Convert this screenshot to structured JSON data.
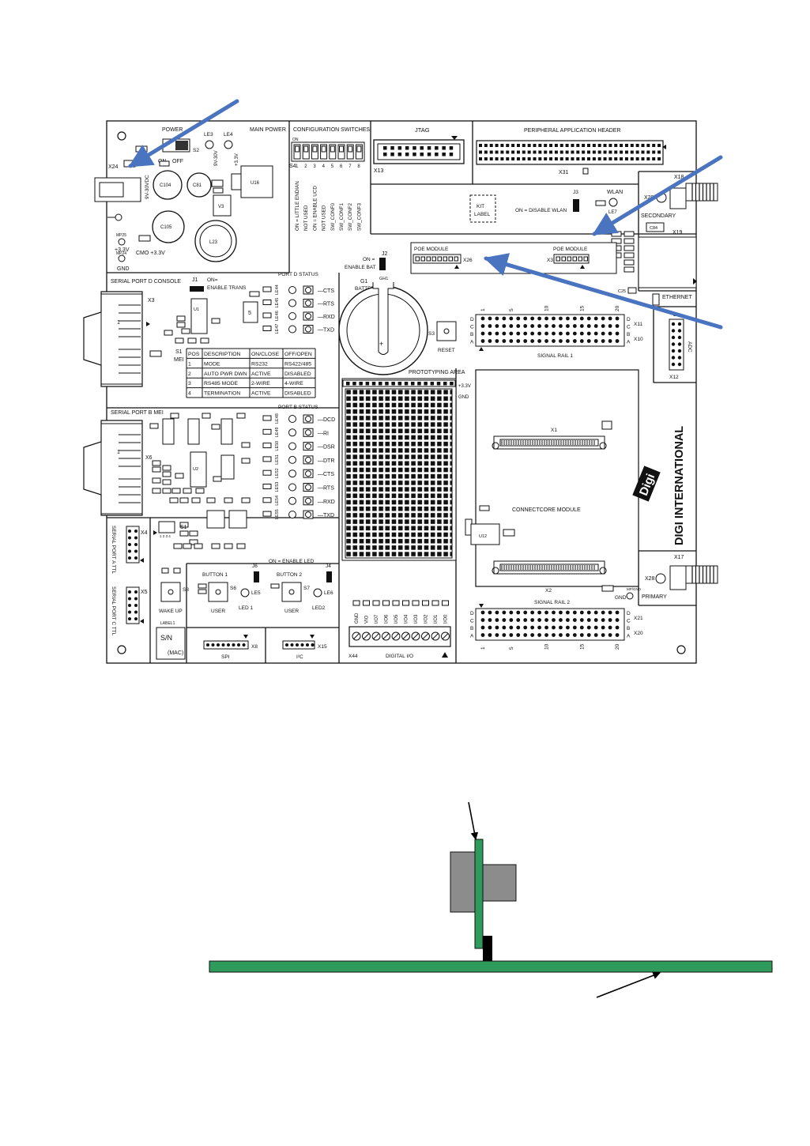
{
  "board": {
    "power": {
      "title": "POWER",
      "main_power": "MAIN POWER",
      "on": "ON",
      "off": "OFF",
      "vin": "9V-30VDC",
      "le3": "LE3",
      "le4": "LE4",
      "le3_v": "9V-30V",
      "le4_v": "+3.3V",
      "s2": "S2",
      "x24": "X24",
      "mp24": "MP24",
      "mp25": "MP25",
      "plus33": "+3.3V",
      "gnd": "GND",
      "cmo": "CMO +3.3V",
      "c104": "C104",
      "c81": "C81",
      "c105": "C105",
      "l23": "L23",
      "u16": "U16",
      "v3": "V3"
    },
    "config": {
      "title": "CONFIGURATION SWITCHES",
      "s4": "S4",
      "on": "ON",
      "nums": [
        "1",
        "2",
        "3",
        "4",
        "5",
        "6",
        "7",
        "8"
      ],
      "labels": [
        "ON = LITTLE ENDIAN",
        "NOT USED",
        "ON = ENABLE UCD",
        "NOT USED",
        "SW_CONF0",
        "SW_CONF1",
        "SW_CONF2",
        "SW_CONF3"
      ]
    },
    "jtag": {
      "title": "JTAG",
      "x13": "X13"
    },
    "periph": {
      "title": "PERIPHERAL APPLICATION HEADER",
      "x31": "X31"
    },
    "kit_label": [
      "KIT",
      "LABEL"
    ],
    "wlan": {
      "j3": "J3",
      "note": "ON = DISABLE WLAN",
      "title": "WLAN",
      "le7": "LE7",
      "x18": "X18",
      "x29": "X29",
      "secondary": "SECONDARY",
      "x19": "X19",
      "ethernet": "ETHERNET",
      "c25": "C25",
      "c84": "C84"
    },
    "poe": {
      "left": "POE MODULE",
      "right": "POE MODULE",
      "x26": "X26",
      "x3": "X3"
    },
    "battery": {
      "j2": "J2",
      "note_line1": "ON =",
      "note_line2": "ENABLE BAT",
      "g1": "G1",
      "label": "BATTERY",
      "gh1": "GH1",
      "s3": "S3",
      "reset": "RESET"
    },
    "port_d": {
      "title": "SERIAL PORT D CONSOLE",
      "status": "PORT D STATUS",
      "x3": "X3",
      "j1": "J1",
      "on": "ON=",
      "enable_trans": "ENABLE TRANS",
      "u1": "U1",
      "u5": "5",
      "signals": [
        "CTS",
        "RTS",
        "RXD",
        "TXD"
      ],
      "leds": [
        "LE44",
        "LE45",
        "LE46",
        "LE47"
      ]
    },
    "s1_table": {
      "caption_s1": "S1",
      "caption_mei": "MEI",
      "headers": [
        "POS",
        "DESCRIPTION",
        "ON/CLOSE",
        "OFF/OPEN"
      ],
      "rows": [
        [
          "1",
          "MODE",
          "RS232",
          "RS422/485"
        ],
        [
          "2",
          "AUTO PWR DWN",
          "ACTIVE",
          "DISABLED"
        ],
        [
          "3",
          "RS485 MODE",
          "2-WIRE",
          "4-WIRE"
        ],
        [
          "4",
          "TERMINATION",
          "ACTIVE",
          "DISABLED"
        ]
      ]
    },
    "port_b": {
      "title": "SERIAL PORT B MEI",
      "status": "PORT B STATUS",
      "x6": "X6",
      "u2": "U2",
      "s1": "S1",
      "s1_nums": "1 2 3 4",
      "signals": [
        "DCD",
        "RI",
        "DSR",
        "DTR",
        "CTS",
        "RTS",
        "RXD",
        "TXD"
      ],
      "leds": [
        "LE48",
        "LE49",
        "LE50",
        "LE51",
        "LE52",
        "LE53",
        "LE54",
        "LE55"
      ]
    },
    "ttl": {
      "port_a": "SERIAL PORT A TTL",
      "port_c": "SERIAL PORT C TTL",
      "x4": "X4",
      "x5": "X5"
    },
    "wakeup": {
      "s8": "S8",
      "label": "WAKE UP",
      "label1": "LABEL1",
      "sn": "S/N",
      "mac": "(MAC)"
    },
    "buttons": {
      "button1": "BUTTON 1",
      "button2": "BUTTON 2",
      "s6": "S6",
      "s7": "S7",
      "user1": "USER",
      "user2": "USER",
      "led1": "LED 1",
      "led2": "LED2",
      "le5": "LE5",
      "le6": "LE6",
      "j6": "J6",
      "j4": "J4",
      "on_enable_led": "ON = ENABLE LED"
    },
    "spi": {
      "label": "SPI",
      "x8": "X8"
    },
    "i2c": {
      "label": "I²C",
      "x15": "X15"
    },
    "proto": {
      "title": "PROTOTYPING AREA",
      "v33": "+3.3V",
      "gnd": "GND"
    },
    "digital_io": {
      "title": "DIGITAL I/O",
      "x44": "X44",
      "pins": [
        "GND",
        "VIO",
        "I/O7",
        "I/O6",
        "I/O5",
        "I/O4",
        "I/O3",
        "I/O2",
        "I/O1",
        "I/O0"
      ]
    },
    "signal_rail_1": {
      "title": "SIGNAL RAIL 1",
      "x11": "X11",
      "x10": "X10",
      "rows": [
        "D",
        "C",
        "B",
        "A"
      ],
      "nums": [
        "1",
        "5",
        "10",
        "15",
        "20"
      ]
    },
    "signal_rail_2": {
      "title": "SIGNAL RAIL 2",
      "x21": "X21",
      "x20": "X20",
      "rows": [
        "D",
        "C",
        "B",
        "A"
      ],
      "nums": [
        "1",
        "5",
        "10",
        "15",
        "20"
      ]
    },
    "adc": {
      "title": "ADC",
      "x12": "X12"
    },
    "module": {
      "title": "CONNECTCORE MODULE",
      "x1": "X1",
      "x2": "X2",
      "u12": "U12",
      "gnd": "GND",
      "mp": "MP/GND"
    },
    "brand": {
      "text": "DIGI INTERNATIONAL",
      "logo": "Digi"
    },
    "primary": {
      "x17": "X17",
      "x28": "X28",
      "label": "PRIMARY"
    }
  },
  "colors": {
    "arrow": "#4a74c0",
    "pcb": "#2e9a5b",
    "connector": "#8c8c8c",
    "black": "#000000"
  }
}
